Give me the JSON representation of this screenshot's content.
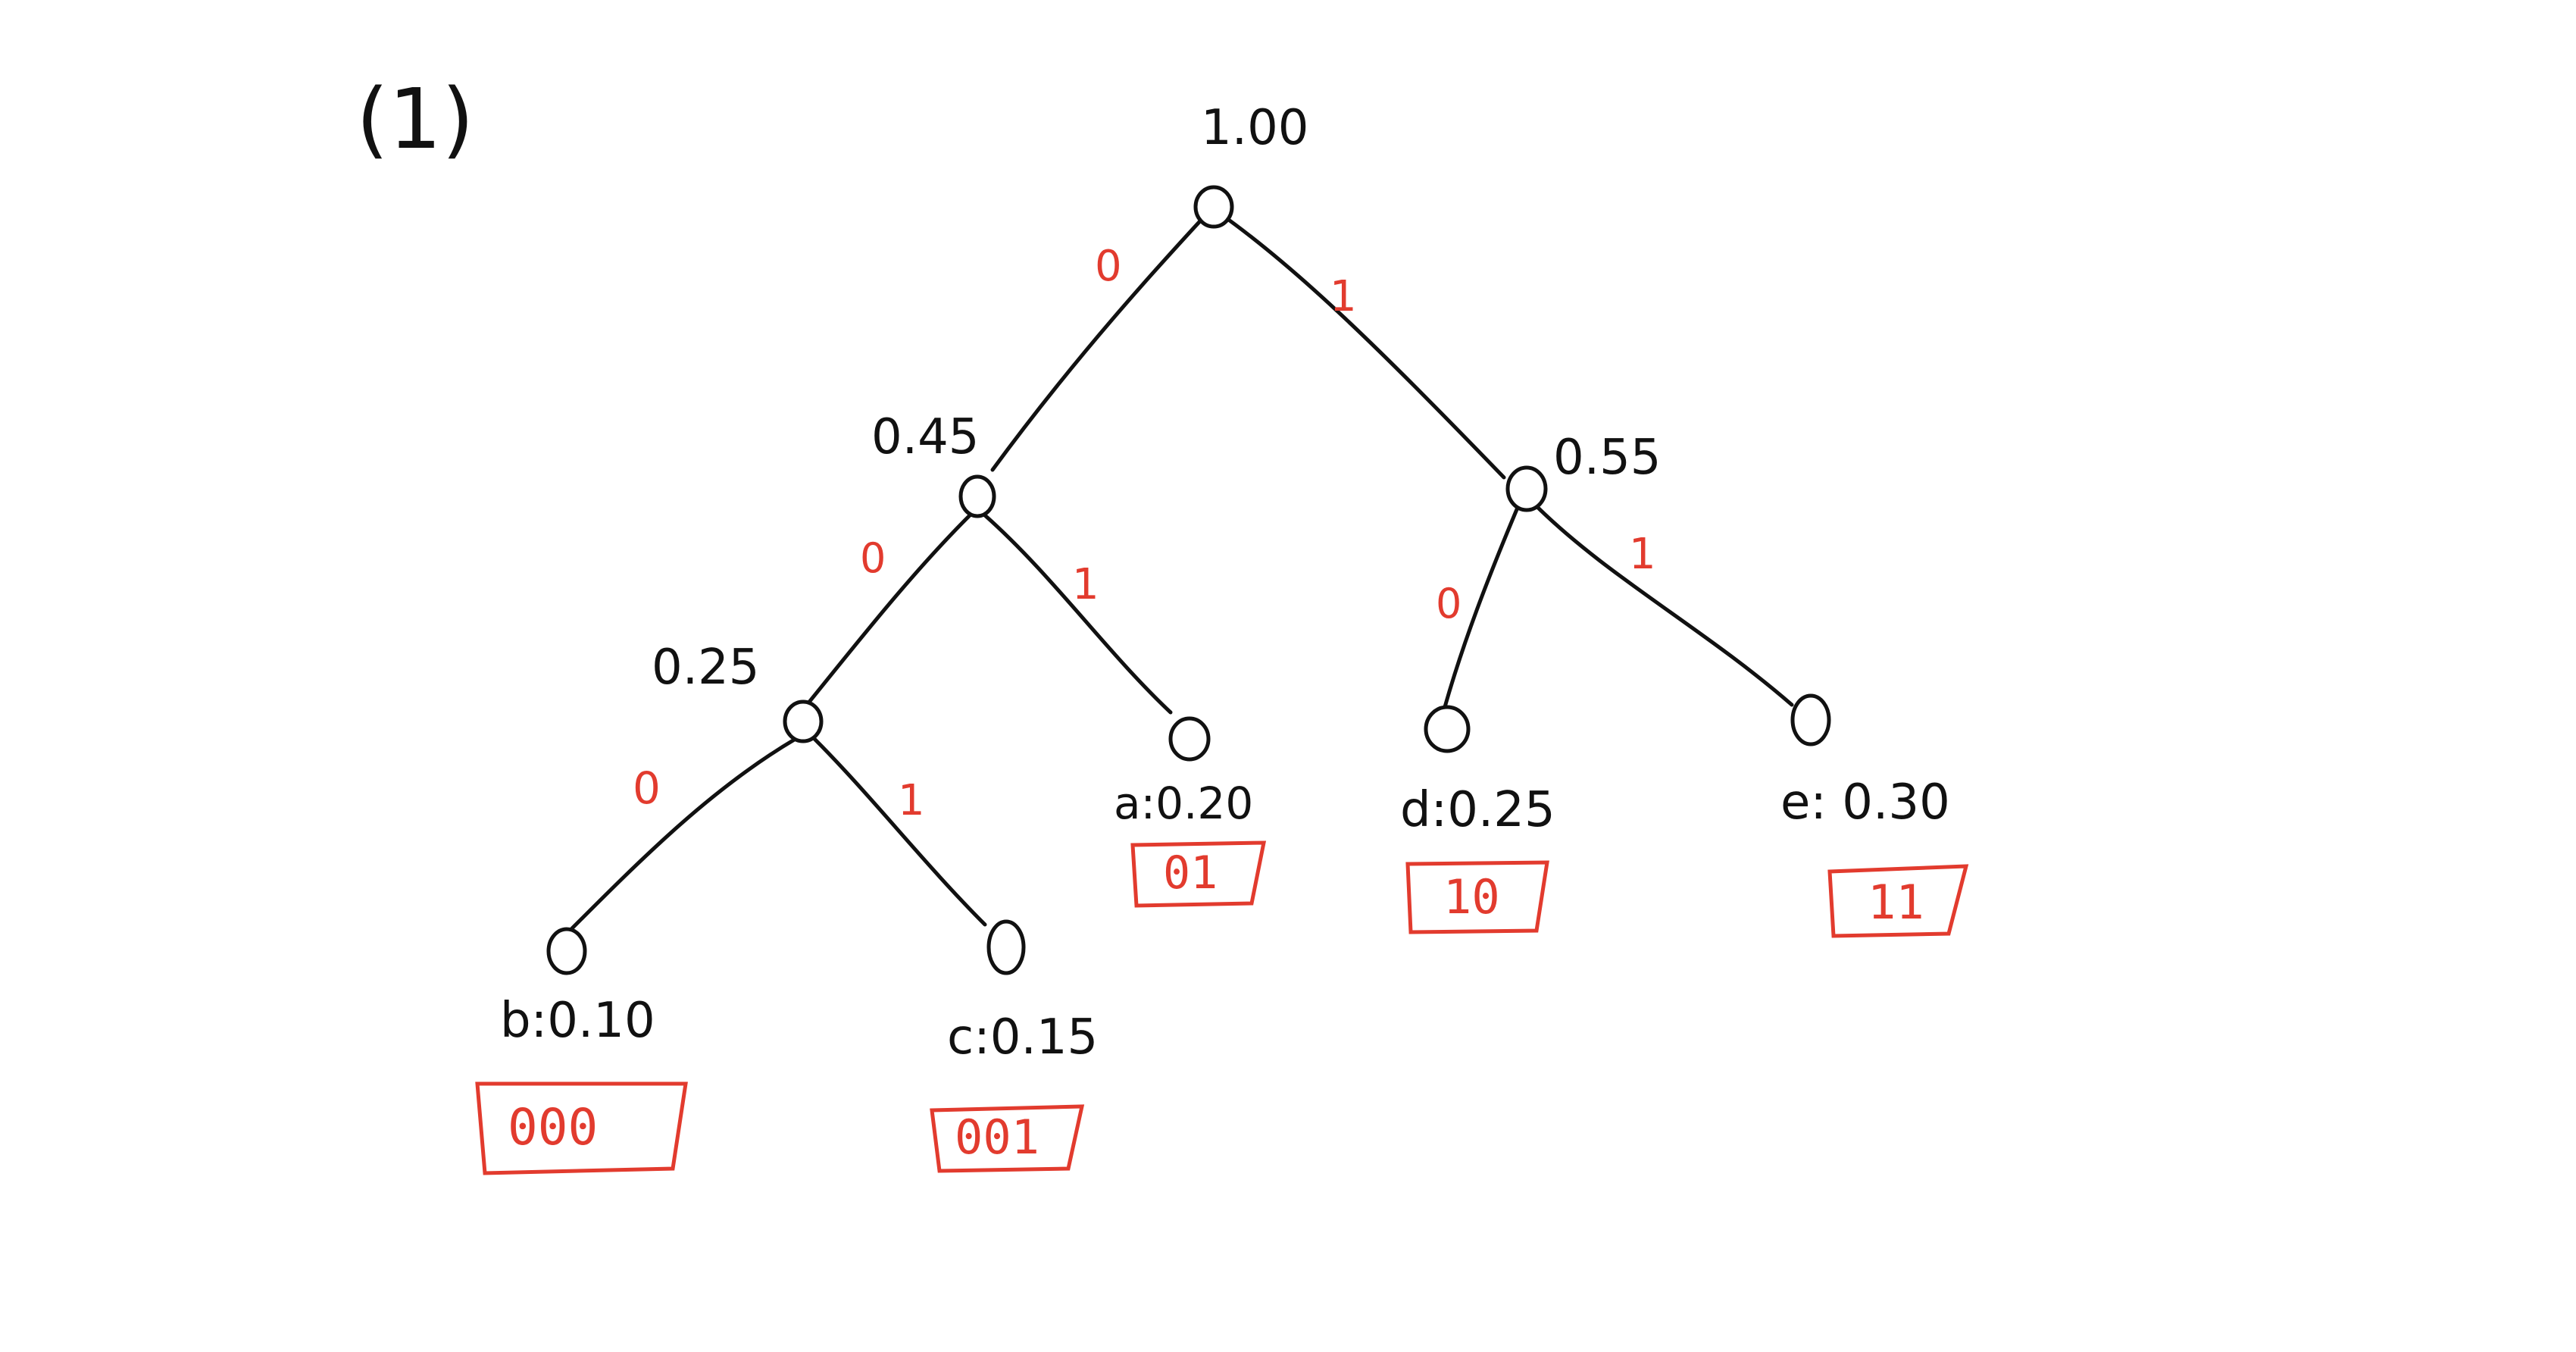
{
  "diagram": {
    "part_label": "(1)",
    "accent_color": "#e23b2e",
    "ink_color": "#111111",
    "nodes": {
      "root": {
        "label": "1.00"
      },
      "n045": {
        "label": "0.45"
      },
      "n055": {
        "label": "0.55"
      },
      "n025": {
        "label": "0.25"
      },
      "leaf_a": {
        "label": "a:0.20",
        "code": "01"
      },
      "leaf_b": {
        "label": "b:0.10",
        "code": "000"
      },
      "leaf_c": {
        "label": "c:0.15",
        "code": "001"
      },
      "leaf_d": {
        "label": "d:0.25",
        "code": "10"
      },
      "leaf_e": {
        "label": "e: 0.30",
        "code": "11"
      }
    },
    "edges": {
      "root_left": "0",
      "root_right": "1",
      "n045_left": "0",
      "n045_right": "1",
      "n055_left": "0",
      "n055_right": "1",
      "n025_left": "0",
      "n025_right": "1"
    }
  }
}
